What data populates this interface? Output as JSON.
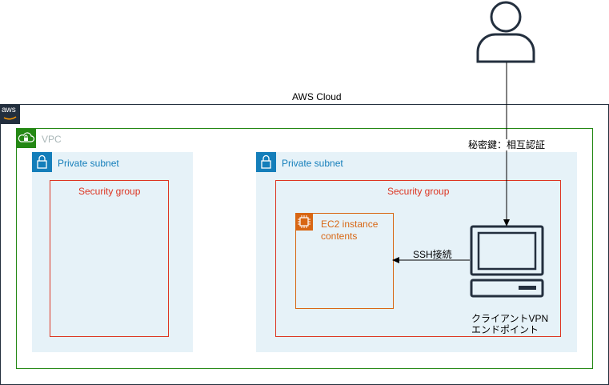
{
  "diagram": {
    "aws_cloud": {
      "label": "AWS Cloud",
      "icon": "aws-logo-icon",
      "logo_text": "aws",
      "color": "#232f3e"
    },
    "vpc": {
      "label": "VPC",
      "icon": "vpc-cloud-lock-icon",
      "color": "#248814"
    },
    "left_subnet": {
      "label": "Private subnet",
      "icon": "subnet-lock-icon",
      "security_group": {
        "label": "Security group",
        "color": "#dd3522"
      }
    },
    "right_subnet": {
      "label": "Private subnet",
      "icon": "subnet-lock-icon",
      "security_group": {
        "label": "Security group",
        "color": "#dd3522"
      },
      "ec2": {
        "line1": "EC2 instance",
        "line2": "contents",
        "icon": "ec2-chip-icon",
        "color": "#d86613"
      },
      "vpn_endpoint": {
        "line1": "クライアントVPN",
        "line2": "エンドポイント",
        "icon": "computer-terminal-icon"
      }
    },
    "user": {
      "icon": "user-icon"
    },
    "edges": {
      "auth_label": "秘密鍵：相互認証",
      "ssh_label": "SSH接続"
    },
    "colors": {
      "subnet_fill": "#e6f2f8",
      "subnet_accent": "#147eba",
      "text": "#000000"
    }
  }
}
